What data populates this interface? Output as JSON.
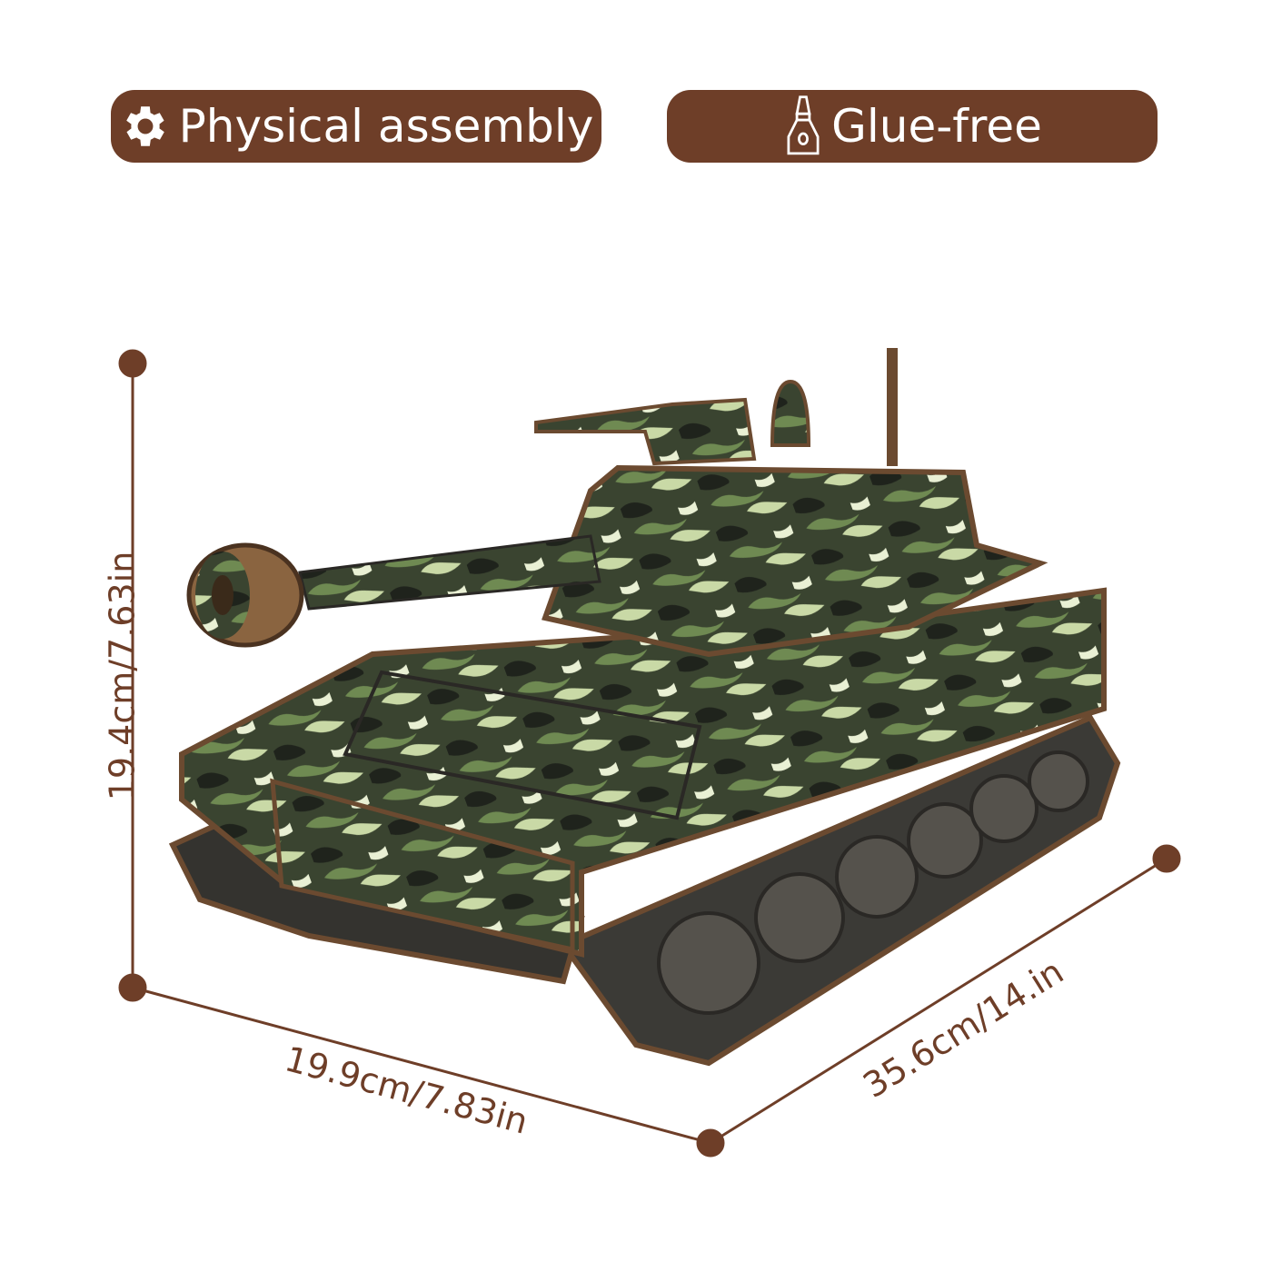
{
  "badges": {
    "assembly": {
      "label": "Physical assembly",
      "icon": "gear-icon"
    },
    "glue": {
      "label": "Glue-free",
      "icon": "glue-bottle-icon"
    }
  },
  "dimensions": {
    "height": "19.4cm/7.63in",
    "width": "19.9cm/7.83in",
    "length": "35.6cm/14.in"
  },
  "colors": {
    "brand": "#6e3e28",
    "camo_dark": "#2b2f25",
    "camo_mid": "#5f7a4a",
    "camo_light": "#c9d9a6"
  }
}
